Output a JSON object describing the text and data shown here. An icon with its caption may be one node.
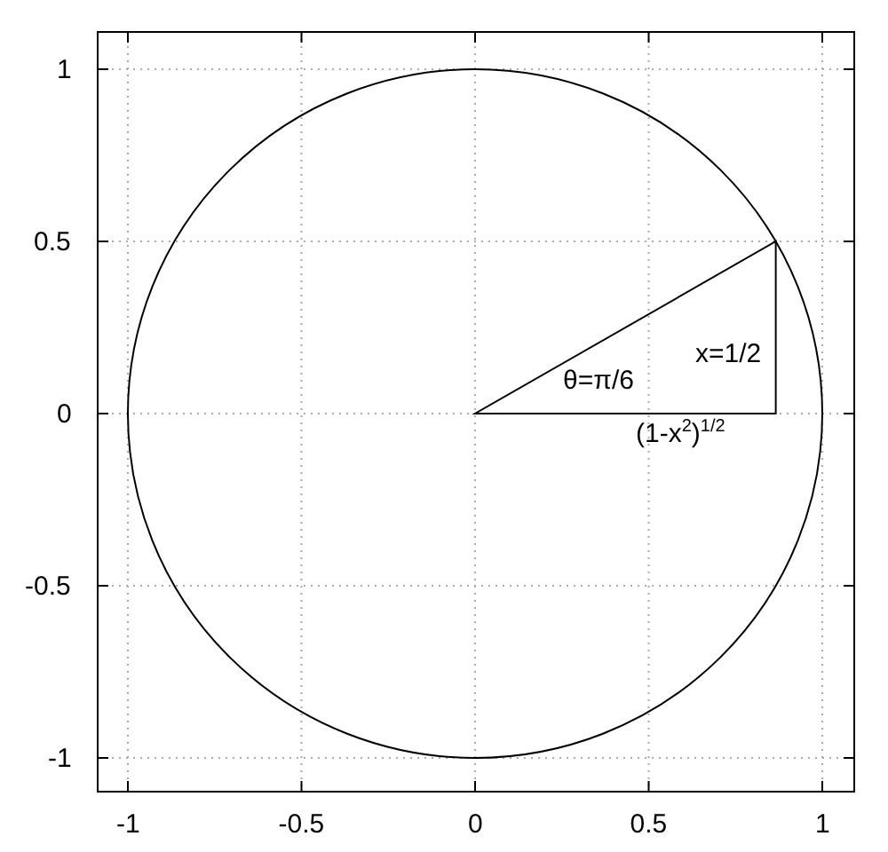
{
  "diagram": {
    "labels": [
      "1",
      "0.5",
      "0",
      "-0.5",
      "-1",
      "-1",
      "-0.5",
      "0",
      "0.5",
      "1",
      "θ=π/6",
      "x=1/2",
      "(1-x$^{2}$)$^{1/2}$"
    ]
  }
}
